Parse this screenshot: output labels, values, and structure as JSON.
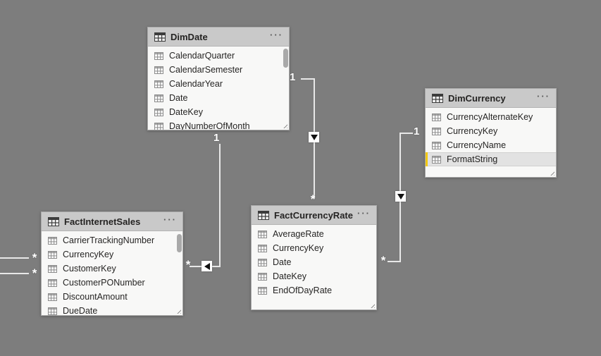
{
  "ui": {
    "more_options_glyph": "···",
    "background_color": "#7d7d7d",
    "selection_accent_color": "#f2c80f"
  },
  "tables": [
    {
      "name": "DimDate",
      "fields": [
        "CalendarQuarter",
        "CalendarSemester",
        "CalendarYear",
        "Date",
        "DateKey",
        "DayNumberOfMonth"
      ],
      "selected_index": -1
    },
    {
      "name": "DimCurrency",
      "fields": [
        "CurrencyAlternateKey",
        "CurrencyKey",
        "CurrencyName",
        "FormatString"
      ],
      "selected_index": 3
    },
    {
      "name": "FactInternetSales",
      "fields": [
        "CarrierTrackingNumber",
        "CurrencyKey",
        "CustomerKey",
        "CustomerPONumber",
        "DiscountAmount",
        "DueDate"
      ],
      "selected_index": -1
    },
    {
      "name": "FactCurrencyRate",
      "fields": [
        "AverageRate",
        "CurrencyKey",
        "Date",
        "DateKey",
        "EndOfDayRate"
      ],
      "selected_index": -1
    }
  ],
  "relationships": [
    {
      "from": "DimDate",
      "to": "FactInternetSales",
      "one_label": "1",
      "many_label": "*"
    },
    {
      "from": "DimDate",
      "to": "FactCurrencyRate",
      "one_label": "1",
      "many_label": "*"
    },
    {
      "from": "DimCurrency",
      "to": "FactCurrencyRate",
      "one_label": "1",
      "many_label": "*"
    },
    {
      "to": "FactInternetSales",
      "many_label": "*",
      "note": "partial line, source table off-screen left"
    },
    {
      "to": "FactInternetSales",
      "many_label": "*",
      "note": "partial line, source table off-screen left"
    }
  ]
}
